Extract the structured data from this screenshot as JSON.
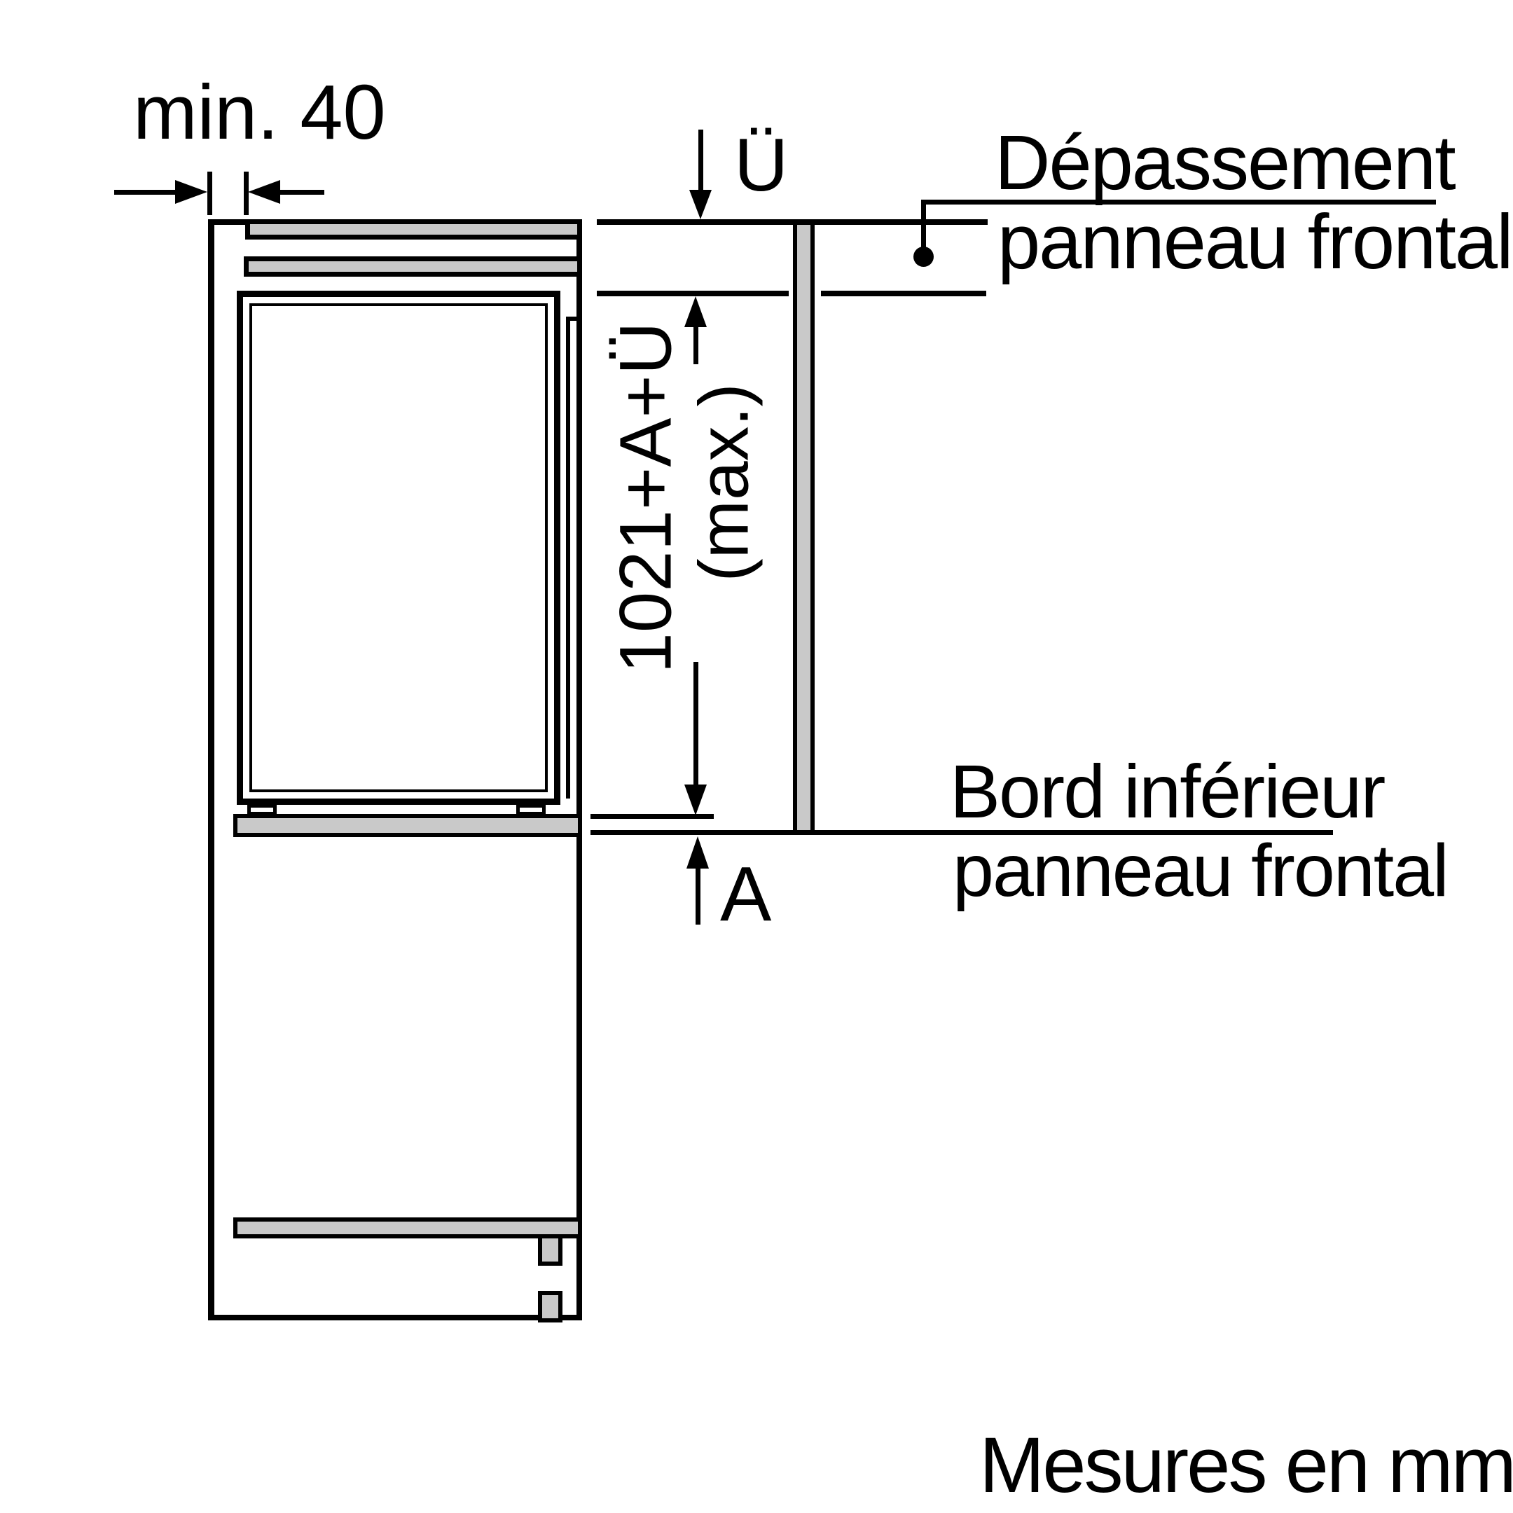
{
  "diagram": {
    "title_note": "Mesures en mm",
    "dimensions": {
      "top_gap": "min. 40",
      "overhang_symbol": "Ü",
      "height_formula": "1021+A+Ü",
      "height_qualifier": "(max.)",
      "lower_offset_symbol": "A"
    },
    "callouts": {
      "overhang_line1": "Dépassement",
      "overhang_line2": "panneau frontal",
      "lower_edge_line1": "Bord inférieur",
      "lower_edge_line2": "panneau frontal"
    },
    "colors": {
      "line": "#000000",
      "panel_fill": "#c9c9c9",
      "background": "#ffffff"
    }
  }
}
